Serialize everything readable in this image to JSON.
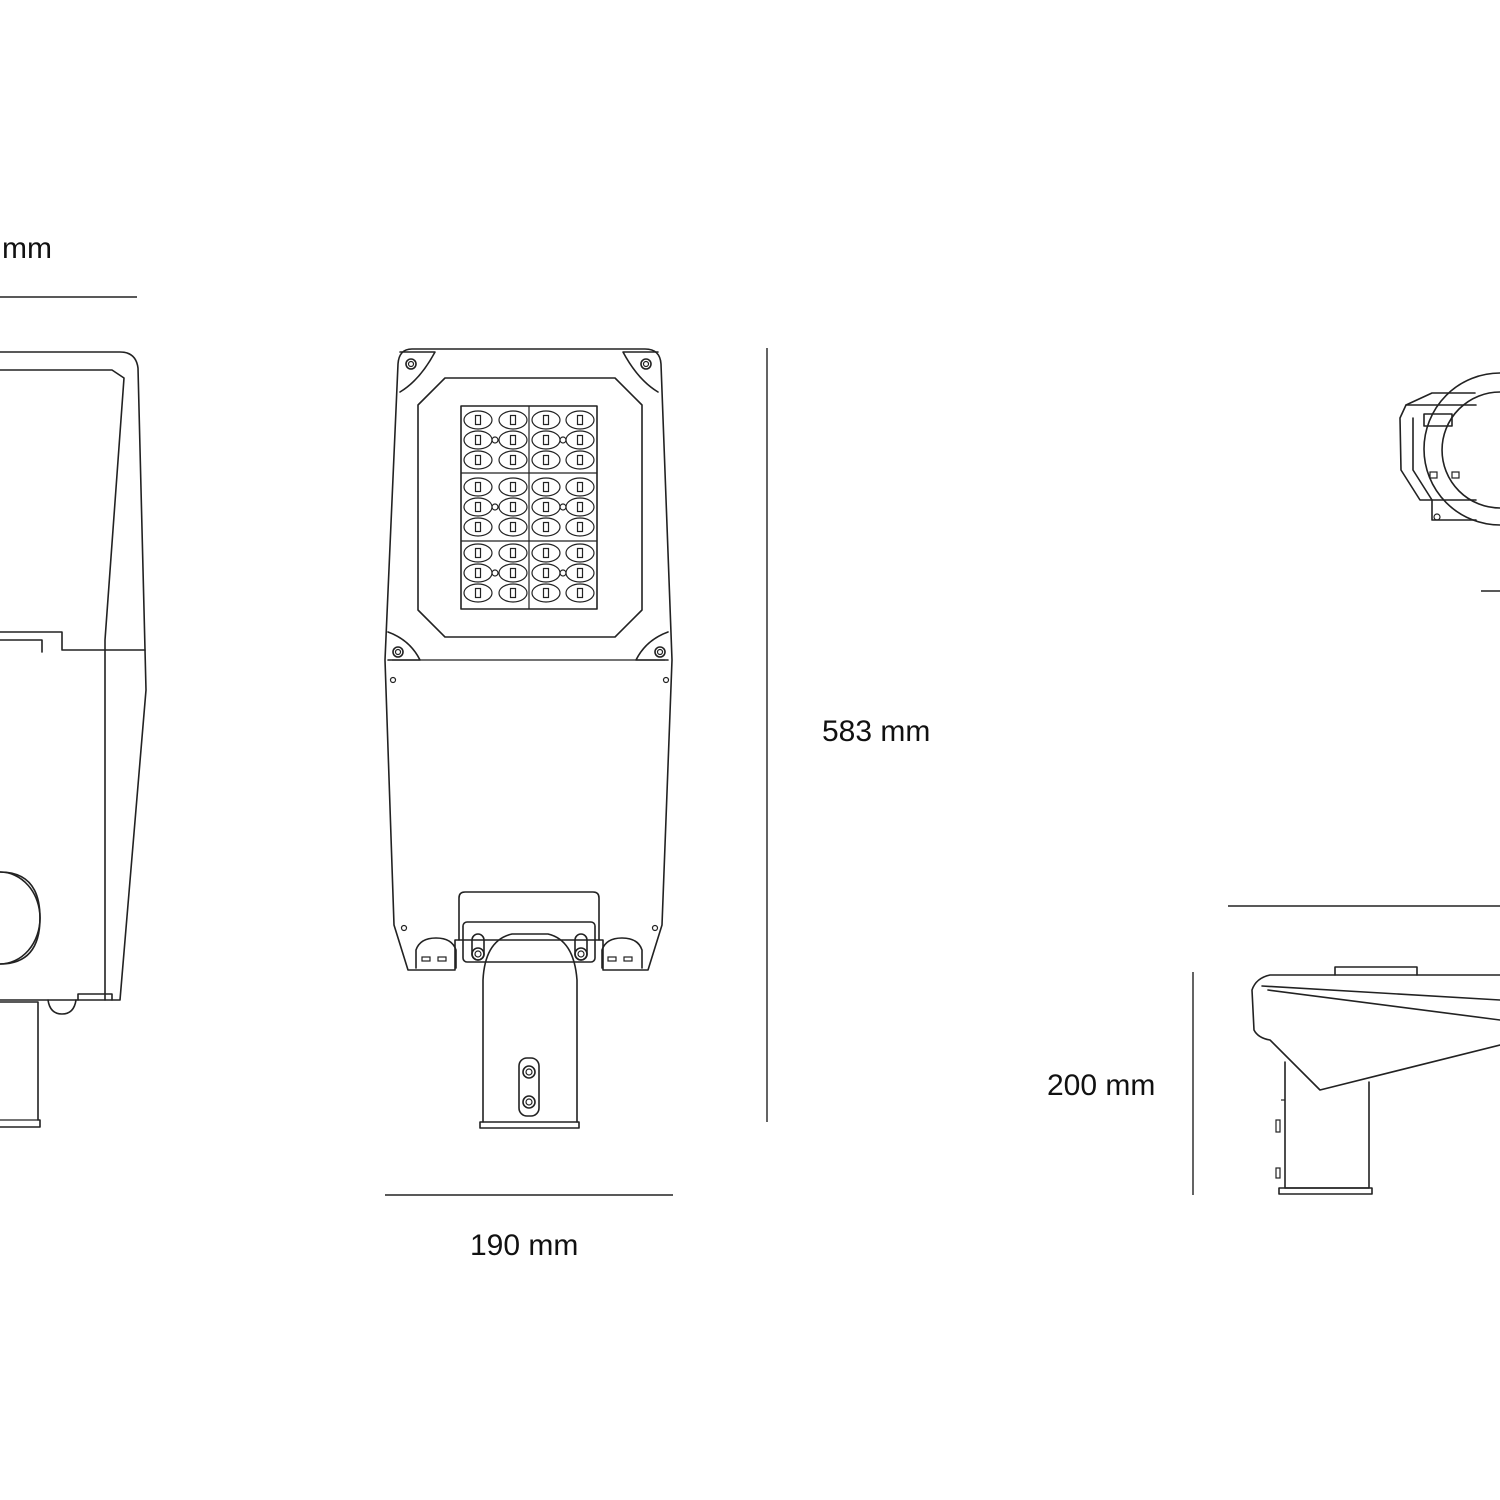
{
  "dimensions": {
    "top_left": "mm",
    "height": "583 mm",
    "width": "190 mm",
    "side_height": "200 mm"
  }
}
